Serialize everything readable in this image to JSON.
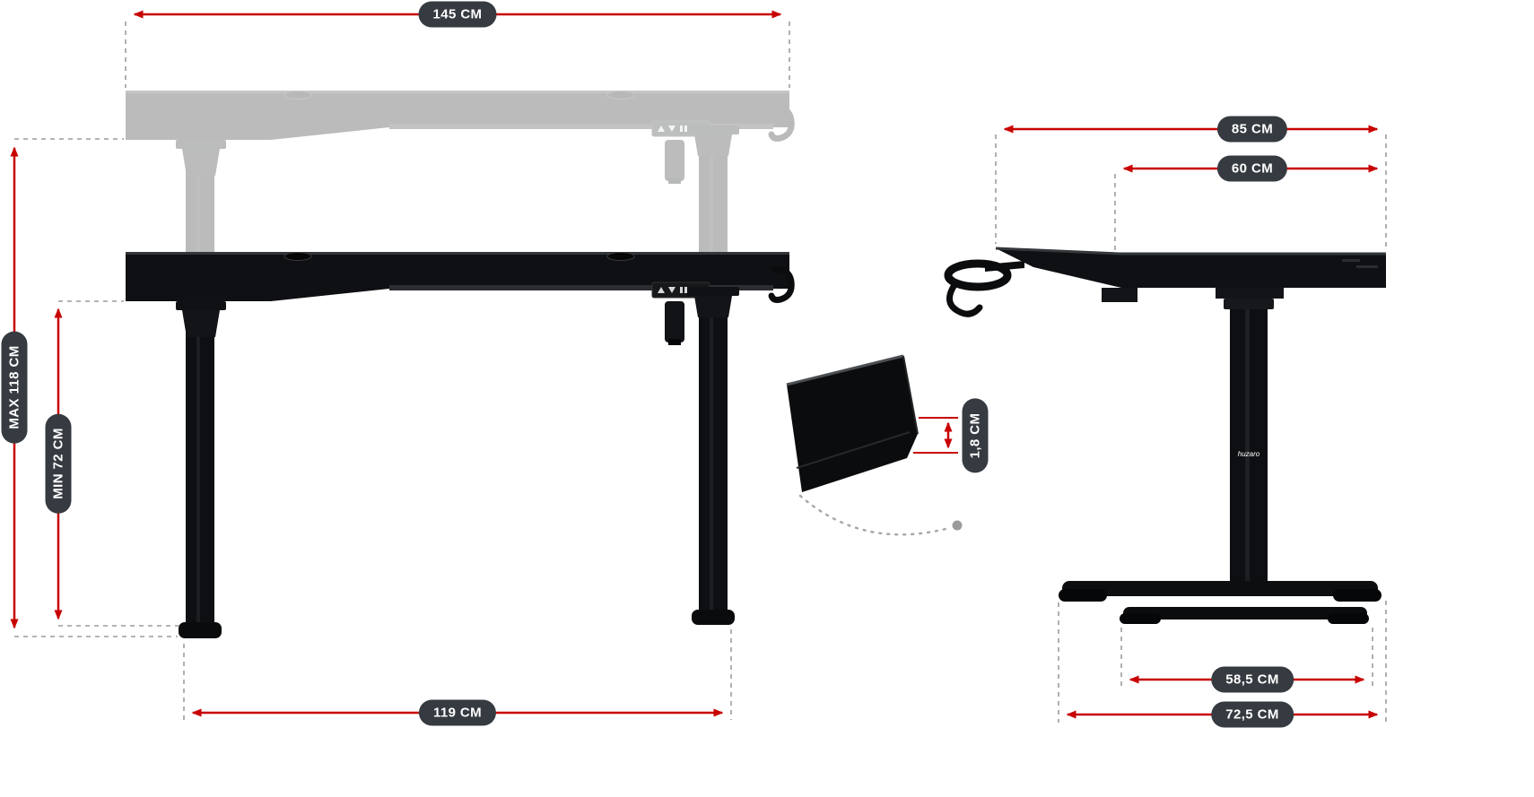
{
  "diagram": {
    "background": "#ffffff",
    "colors": {
      "dimension_line": "#c80000",
      "extension_line": "#9c9c9c",
      "badge_background": "#363b41",
      "badge_text": "#ffffff",
      "desk_dark": "#0f1013"
    },
    "front_view": {
      "top_width": "145 CM",
      "max_height": "MAX 118 CM",
      "min_height": "MIN 72 CM",
      "leg_span": "119 CM"
    },
    "side_view": {
      "total_depth": "85 CM",
      "desktop_depth": "60 CM",
      "rear_foot_length": "58,5 CM",
      "base_depth": "72,5 CM",
      "column_logo": "huzaro"
    },
    "thickness_detail": {
      "desktop_thickness": "1,8 CM"
    }
  }
}
